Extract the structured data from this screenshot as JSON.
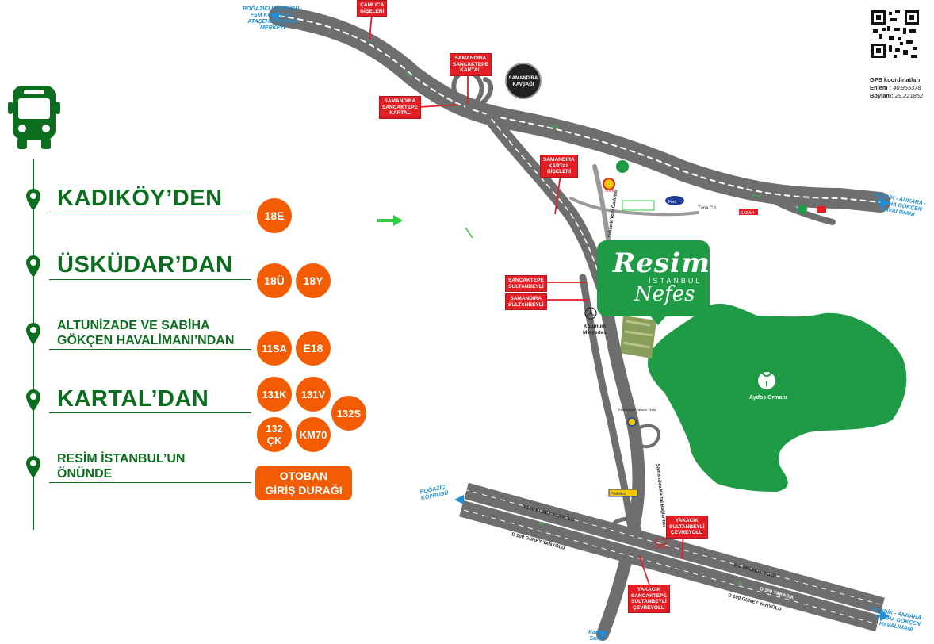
{
  "left_panel": {
    "stops": [
      {
        "title": "KADIKÖY’DEN",
        "lines": [
          "18E"
        ]
      },
      {
        "title": "ÜSKÜDAR’DAN",
        "lines": [
          "18Ü",
          "18Y"
        ]
      },
      {
        "title_line1": "ALTUNİZADE VE SABİHA",
        "title_line2": "GÖKÇEN HAVALİMANI’NDAN",
        "lines": [
          "11SA",
          "E18"
        ]
      },
      {
        "title": "KARTAL’DAN",
        "lines": [
          "131K",
          "131V",
          "132S",
          "132 ÇK",
          "KM70"
        ]
      },
      {
        "title_line1": "RESİM İSTANBUL’UN",
        "title_line2": "ÖNÜNDE",
        "lines": []
      }
    ],
    "highway_stop_line1": "OTOBAN",
    "highway_stop_line2": "GİRİŞ DURAĞI"
  },
  "gps": {
    "title": "GPS koordinatları",
    "lat_label": "Enlem :",
    "lat": "40,965378",
    "lon_label": "Boylam:",
    "lon": "29,221852"
  },
  "logo": {
    "line1": "Resim",
    "line2": "İSTANBUL",
    "line3": "Nefes"
  },
  "map_labels": {
    "bogazici_top": [
      "BOĞAZİÇİ KÖPRÜSÜ -",
      "FSM KÖPRÜSÜ -",
      "ATAŞEHİR FİNANS",
      "MERKEZİ"
    ],
    "camlica": [
      "ÇAMLICA",
      "GİŞELERİ"
    ],
    "samandira_sk1": [
      "SAMANDIRA",
      "SANCAKTEPE",
      "KARTAL"
    ],
    "samandira_sk2": [
      "SAMANDIRA",
      "SANCAKTEPE",
      "KARTAL"
    ],
    "samandira_kavsagi": [
      "SAMANDIRA",
      "KAVŞAĞI"
    ],
    "samandira_kartal_giseleri": [
      "SAMANDIRA",
      "KARTAL",
      "GİŞELERİ"
    ],
    "sancaktepe_sultanbeyli": [
      "SANCAKTEPE",
      "SULTANBEYLİ"
    ],
    "samandira_sultanbeyli": [
      "SAMANDIRA",
      "SULTANBEYLİ"
    ],
    "pendik_top": [
      "PENDİK - ANKARA -",
      "SABİHA GÖKÇEN",
      "HAVALİMANI"
    ],
    "pendik_bottom": [
      "PENDİK - ANKARA -",
      "SABİHA GÖKÇEN",
      "HAVALİMANI"
    ],
    "bogazici_bottom": [
      "BOĞAZİÇİ",
      "KÖPRÜSÜ"
    ],
    "kartal_sahil": [
      "Kartal",
      "Sahil"
    ],
    "yakacik_sultanbeyli": [
      "YAKACIK",
      "SULTANBEYLİ",
      "ÇEVREYOLU"
    ],
    "yakacik_sancaktepe": [
      "YAKACIK",
      "SANCAKTEPE",
      "SULTANBEYLİ",
      "ÇEVREYOLU"
    ],
    "aydos": "Aydos Ormanı",
    "kolunum": [
      "Kolunum",
      "Mercedes"
    ],
    "yakacik_yolu": "Yakacık Yolu Caddesi",
    "tuna_cad": "Tuna Cd.",
    "samandira_kartal_baglantisi": "Samandıra Kartal Bağlantısı",
    "d100_kuzey": "D 100 KUZEY YANYOLU",
    "d100_guney_top": "D 100 GÜNEY YANYOLU",
    "d100_guney_bottom": "D 100 GÜNEY YANYOLU",
    "e5_yakacik": "E 5 YAKACIK YOLU",
    "d100_yakacik": "D 100 YAKACIK",
    "tem": "TEM",
    "e5": "E5",
    "shell": "Shell",
    "ford": "Ford",
    "praktiker": "Praktiker",
    "toyota": "TOYOTA",
    "sabah": "SABAH",
    "fb": "Fenerbahçe Yakacık Tesisi"
  },
  "colors": {
    "green_dark": "#0b6e1e",
    "green_logo": "#1f9a45",
    "orange": "#f25c05",
    "red_label": "#e31e24",
    "blue_label": "#1d8fd6",
    "road_grey": "#6e6e6e",
    "forest": "#1f9a45"
  },
  "icons": [
    "bus-icon",
    "location-pin-icon",
    "qr-code-icon",
    "tree-icon",
    "arrow-right-icon",
    "mercedes-icon"
  ]
}
